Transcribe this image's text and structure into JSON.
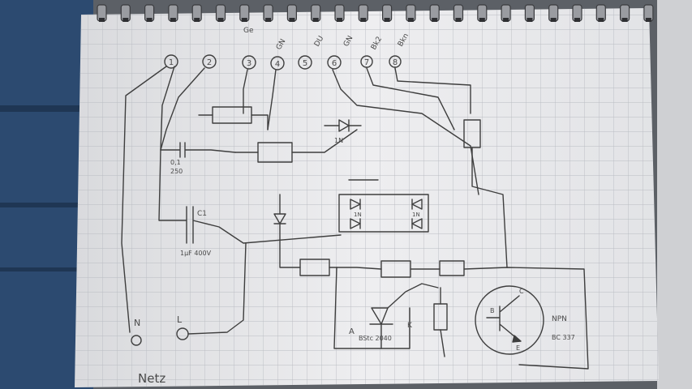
{
  "sheet": {
    "terminals": [
      "1",
      "2",
      "3",
      "4",
      "5",
      "6",
      "7",
      "8"
    ],
    "wire_colors": [
      "Ge",
      "GN",
      "DU",
      "GN",
      "Bk2",
      "Bkn"
    ],
    "capacitor_labels": [
      "0,1",
      "250",
      "C1",
      "1µF 400V"
    ],
    "diode_labels": [
      "1N",
      "1N",
      "1N"
    ],
    "mains": {
      "n_label": "N",
      "l_label": "L",
      "caption": "Netz"
    },
    "thyristor": {
      "anode_label": "A",
      "cathode_label": "K",
      "part": "BStc 2040"
    },
    "transistor": {
      "type": "NPN",
      "part": "BC 337",
      "pins": [
        "B",
        "C",
        "E"
      ]
    }
  }
}
